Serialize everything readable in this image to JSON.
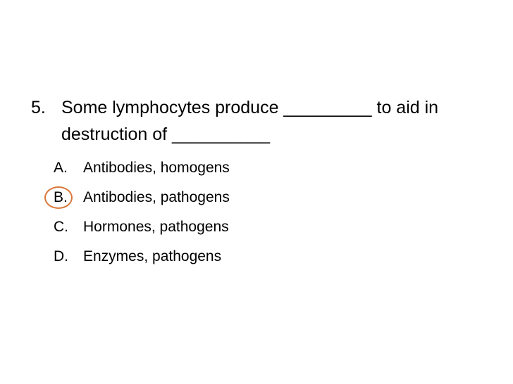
{
  "question": {
    "number": "5.",
    "text": "Some lymphocytes produce _________ to aid in destruction of __________"
  },
  "options": [
    {
      "letter": "A.",
      "text": "Antibodies, homogens"
    },
    {
      "letter": "B.",
      "text": "Antibodies, pathogens"
    },
    {
      "letter": "C.",
      "text": "Hormones, pathogens"
    },
    {
      "letter": "D.",
      "text": "Enzymes, pathogens"
    }
  ],
  "answer_mark_color": "#d9783a"
}
